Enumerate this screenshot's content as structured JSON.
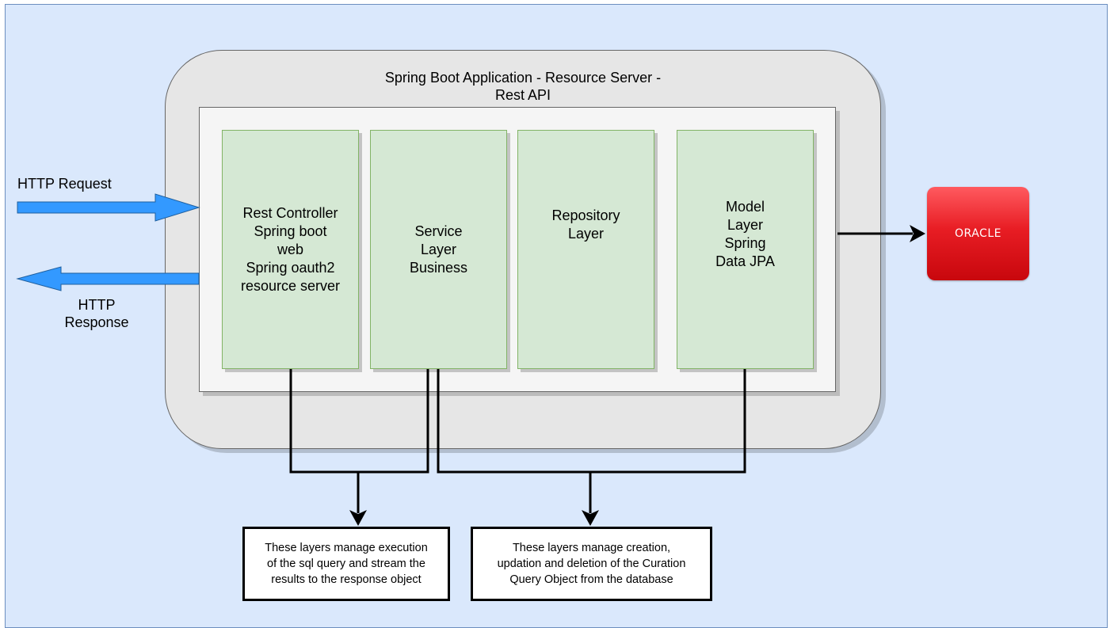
{
  "app": {
    "title": "Spring Boot Application - Resource Server -\nRest API"
  },
  "layers": [
    {
      "label": "Rest Controller\nSpring boot\nweb\nSpring oauth2\nresource server"
    },
    {
      "label": "Service\nLayer\nBusiness"
    },
    {
      "label": "Repository\nLayer"
    },
    {
      "label": "Model\nLayer\nSpring\nData JPA"
    }
  ],
  "http": {
    "request_label": "HTTP Request",
    "response_label": "HTTP\nResponse"
  },
  "database": {
    "name": "ORACLE",
    "icon": "oracle-database-icon"
  },
  "notes": {
    "query": "These layers manage execution\nof the sql query and stream the\nresults to the response object",
    "crud": "These layers manage creation,\nupdation and deletion of the Curation\nQuery Object from the database"
  },
  "colors": {
    "background": "#dae8fc",
    "app_container": "#e6e6e6",
    "inner_container": "#f5f5f5",
    "layer_fill": "#d5e8d4",
    "layer_border": "#82b366",
    "http_arrow": "#3399ff",
    "oracle_red": "#e81d24"
  }
}
